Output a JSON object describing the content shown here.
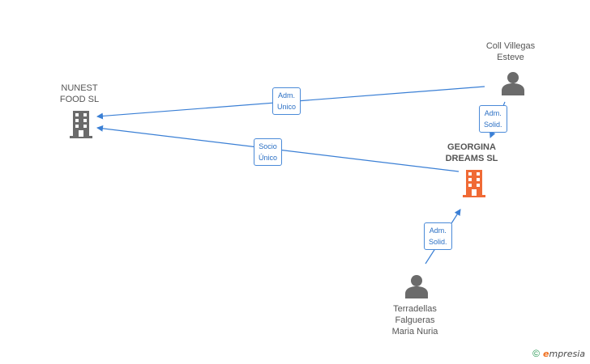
{
  "nodes": {
    "nunest": {
      "label": "NUNEST\nFOOD SL",
      "type": "company",
      "color": "#6b6b6b"
    },
    "coll": {
      "label": "Coll Villegas\nEsteve",
      "type": "person",
      "color": "#6b6b6b"
    },
    "georgina": {
      "label": "GEORGINA\nDREAMS SL",
      "type": "company",
      "color": "#f06a35"
    },
    "terradellas": {
      "label": "Terradellas\nFalgueras\nMaria Nuria",
      "type": "person",
      "color": "#6b6b6b"
    }
  },
  "edges": {
    "coll_to_nunest": {
      "label": "Adm.\nUnico"
    },
    "georgina_to_nunest": {
      "label": "Socio\nÚnico"
    },
    "coll_to_georgina": {
      "label": "Adm.\nSolid."
    },
    "terradellas_to_georgina": {
      "label": "Adm.\nSolid."
    }
  },
  "footer": {
    "copyright": "©",
    "brand_initial": "e",
    "brand_rest": "mpresia"
  },
  "colors": {
    "edge": "#3a7fd5",
    "company": "#6b6b6b",
    "highlight": "#f06a35"
  }
}
